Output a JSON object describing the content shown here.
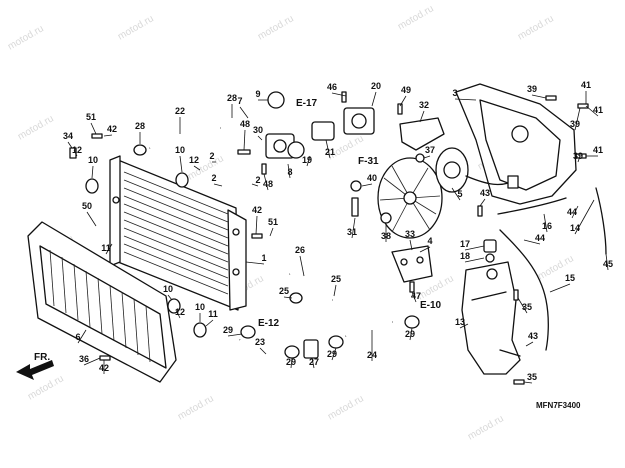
{
  "diagram_code": "MFN7F3400",
  "watermark": "motod.ru",
  "direction_label": "FR.",
  "section_refs": [
    "E-17",
    "F-31",
    "E-12",
    "E-10"
  ],
  "part_numbers": [
    "1",
    "2",
    "3",
    "4",
    "5",
    "6",
    "7",
    "8",
    "9",
    "10",
    "11",
    "12",
    "13",
    "14",
    "15",
    "16",
    "17",
    "18",
    "19",
    "20",
    "21",
    "22",
    "23",
    "24",
    "25",
    "26",
    "27",
    "28",
    "29",
    "30",
    "31",
    "32",
    "33",
    "34",
    "35",
    "36",
    "37",
    "38",
    "39",
    "40",
    "41",
    "42",
    "43",
    "44",
    "45",
    "46",
    "47",
    "48",
    "49",
    "50",
    "51"
  ]
}
